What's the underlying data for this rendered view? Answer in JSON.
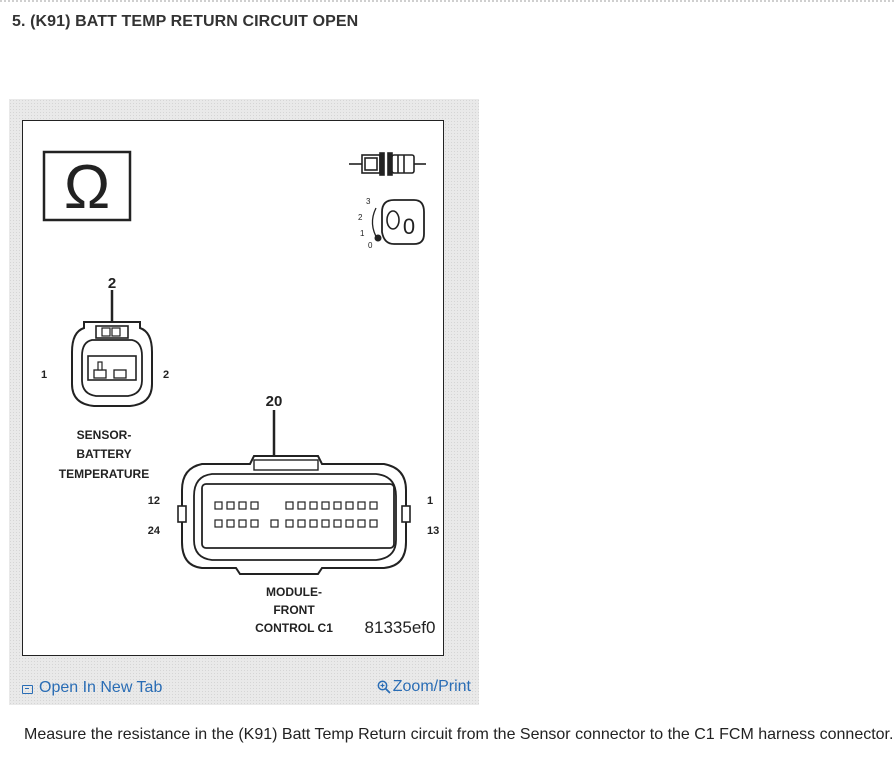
{
  "step": {
    "title": "5. (K91) BATT TEMP RETURN CIRCUIT OPEN"
  },
  "figure": {
    "ohm_symbol": "Ω",
    "key_positions": [
      "3",
      "2",
      "1",
      "0"
    ],
    "key_label": "0",
    "sensor_connector": {
      "pin_callout": "2",
      "pin_left": "1",
      "pin_right": "2",
      "label_lines": [
        "SENSOR-",
        "BATTERY",
        "TEMPERATURE"
      ]
    },
    "module_connector": {
      "pin_callout": "20",
      "pin_top_left": "12",
      "pin_bottom_left": "24",
      "pin_top_right": "1",
      "pin_bottom_right": "13",
      "label_lines": [
        "MODULE-",
        "FRONT",
        "CONTROL C1"
      ]
    },
    "figure_id": "81335ef0",
    "open_in_new_tab": "Open In New Tab",
    "zoom_print": "Zoom/Print",
    "icons": {
      "open_tab": "external-window-icon",
      "zoom": "magnifier-plus-icon"
    }
  },
  "instruction": "Measure the resistance in the (K91) Batt Temp Return circuit from the Sensor connector to the C1 FCM harness connector."
}
